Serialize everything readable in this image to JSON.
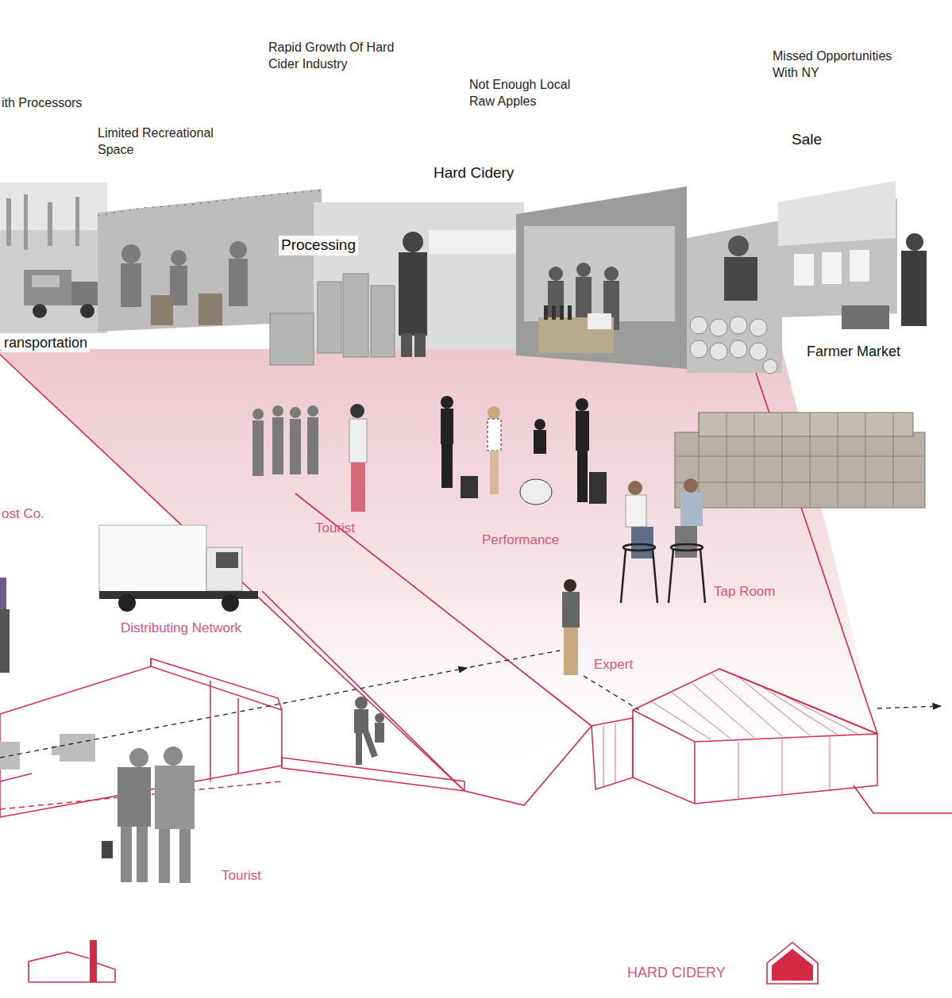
{
  "diagram": {
    "labels": [
      "ith Processors",
      "Rapid Growth Of Hard Cider Industry",
      "Not Enough Local Raw Apples",
      "Missed Opportunities With NY",
      "Limited Recreational Space",
      "Hard Cidery",
      "Sale",
      "Processing",
      "ransportation",
      "Farmer Market",
      "ost Co.",
      "Tourist",
      "Performance",
      "Tap Room",
      "Distributing Network",
      "Expert",
      "Tourist"
    ],
    "legend": [
      {
        "text": "HARD CIDERY"
      }
    ]
  }
}
